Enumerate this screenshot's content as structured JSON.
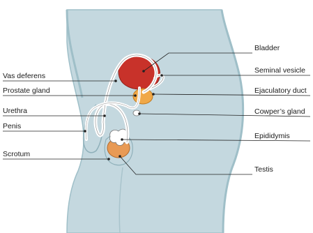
{
  "labels": {
    "bladder": "Bladder",
    "vas_deferens": "Vas deferens",
    "seminal_vesicle": "Seminal vesicle",
    "prostate_gland": "Prostate gland",
    "ejaculatory_duct": "Ejaculatory duct",
    "urethra": "Urethra",
    "cowpers_gland": "Cowper’s gland",
    "penis": "Penis",
    "epididymis": "Epididymis",
    "scrotum": "Scrotum",
    "testis": "Testis"
  },
  "colors": {
    "body_fill": "#c4d8df",
    "body_outline": "#9fbfc8",
    "bladder_red": "#c8322a",
    "gland_orange": "#f0a848",
    "testis_orange": "#e89a55",
    "tube_white": "#ffffff",
    "leader_line": "#222222"
  }
}
